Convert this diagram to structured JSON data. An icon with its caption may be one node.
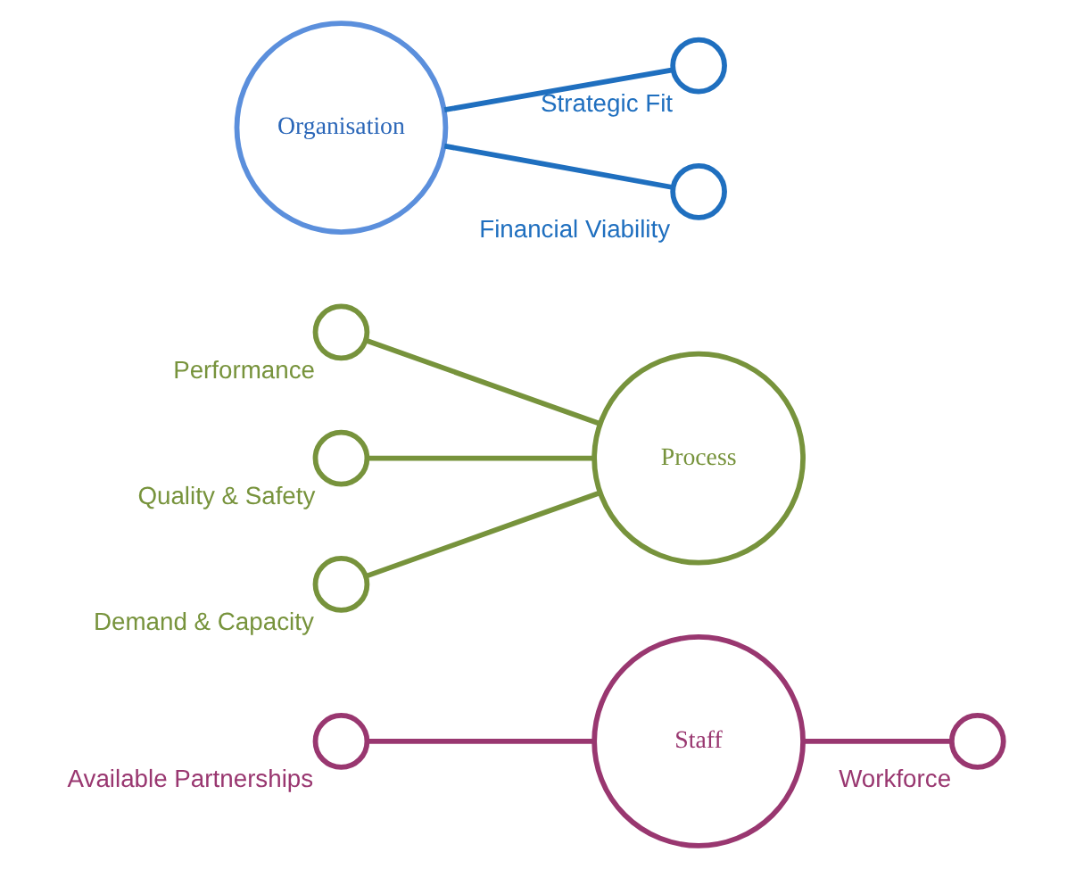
{
  "diagram": {
    "nodes": [
      {
        "text": [],
        "shape": "circle",
        "beside": [
          "Available Partnerships"
        ]
      },
      {
        "text": [],
        "shape": "circle",
        "beside": [
          "Performance"
        ]
      },
      {
        "text": [
          "Staff"
        ]
      },
      {
        "text": [],
        "shape": "circle",
        "beside": [
          "Workforce"
        ]
      },
      {
        "text": [],
        "shape": "circle",
        "beside": [
          "Quality & Safety"
        ]
      },
      {
        "text": [
          "Process"
        ]
      },
      {
        "text": [
          "Organisation"
        ]
      },
      {
        "text": [],
        "shape": "circle",
        "beside": [
          "Demand & Capacity"
        ]
      },
      {
        "text": [],
        "shape": "circle",
        "beside": [
          "Strategic Fit"
        ]
      },
      {
        "text": [],
        "shape": "circle",
        "beside": [
          "Financial Viability"
        ]
      }
    ],
    "edges": [
      {
        "from": 0,
        "to": 2,
        "arrow": "none",
        "color": "#993770"
      },
      {
        "from": 1,
        "to": 5,
        "arrow": "none"
      },
      {
        "from": 2,
        "to": 3,
        "arrow": "none",
        "color": "#993770"
      },
      {
        "from": 4,
        "to": 5,
        "arrow": "none"
      },
      {
        "from": 7,
        "to": 5,
        "arrow": "none"
      },
      {
        "from": 6,
        "to": 8,
        "arrow": "none",
        "color": "#1f6fbf"
      },
      {
        "from": 6,
        "to": 9,
        "arrow": "none",
        "color": "#1f6fbf"
      }
    ]
  }
}
